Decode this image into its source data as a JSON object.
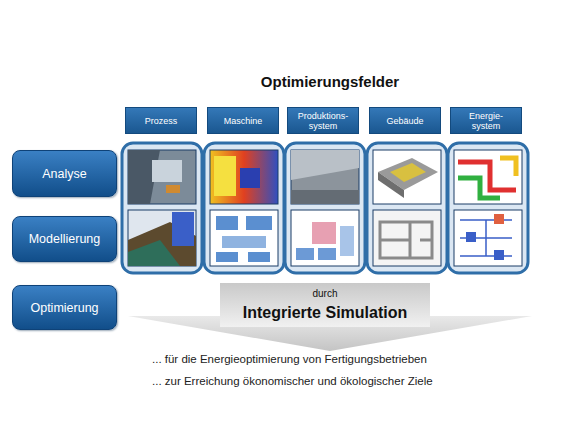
{
  "diagram": {
    "title": "Optimierungsfelder",
    "nodes": [
      {
        "text": [
          "Prozess"
        ]
      },
      {
        "text": [
          "Maschine"
        ]
      },
      {
        "text": [
          "Produktions- system"
        ]
      },
      {
        "text": [
          "Gebäude"
        ]
      },
      {
        "text": [
          "Energie- system"
        ]
      },
      {
        "text": [
          "Analyse"
        ]
      },
      {
        "text": [
          "Modellierung"
        ]
      },
      {
        "text": [
          "Optimierung"
        ]
      },
      {
        "text": [
          "durch",
          "Integrierte Simulation"
        ]
      }
    ],
    "labels": [
      "... für die Energieoptimierung von Fertigungsbetrieben",
      "... zur Erreichung ökonomischer und ökologischer Ziele"
    ]
  }
}
